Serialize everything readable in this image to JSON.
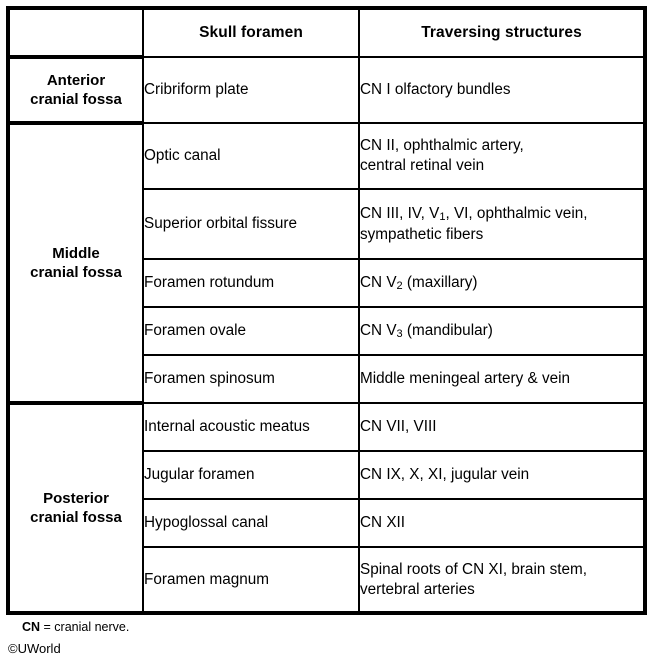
{
  "table": {
    "columns": [
      {
        "key": "fossa",
        "label": ""
      },
      {
        "key": "foramen",
        "label": "Skull foramen"
      },
      {
        "key": "structures",
        "label": "Traversing structures"
      }
    ],
    "sections": [
      {
        "fossa_line1": "Anterior",
        "fossa_line2": "cranial fossa",
        "rows": [
          {
            "foramen_line1": "Cribriform plate",
            "struct_line1": "CN I olfactory bundles",
            "struct_line2": ""
          }
        ]
      },
      {
        "fossa_line1": "Middle",
        "fossa_line2": "cranial fossa",
        "rows": [
          {
            "foramen_line1": "Optic canal",
            "struct_line1": "CN II, ophthalmic artery,",
            "struct_line2": "central retinal vein"
          },
          {
            "foramen_line1": "Superior orbital fissure",
            "struct_line1_pre": "CN III, IV, V",
            "struct_line1_sub": "1",
            "struct_line1_post": ", VI, ophthalmic vein,",
            "struct_line2": "sympathetic fibers"
          },
          {
            "foramen_line1": "Foramen rotundum",
            "struct_line1_pre": "CN V",
            "struct_line1_sub": "2",
            "struct_line1_post": " (maxillary)",
            "struct_line2": ""
          },
          {
            "foramen_line1": "Foramen ovale",
            "struct_line1_pre": "CN V",
            "struct_line1_sub": "3",
            "struct_line1_post": " (mandibular)",
            "struct_line2": ""
          },
          {
            "foramen_line1": "Foramen spinosum",
            "struct_line1": "Middle meningeal artery & vein",
            "struct_line2": ""
          }
        ]
      },
      {
        "fossa_line1": "Posterior",
        "fossa_line2": "cranial fossa",
        "rows": [
          {
            "foramen_line1": "Internal acoustic meatus",
            "struct_line1": "CN VII, VIII",
            "struct_line2": ""
          },
          {
            "foramen_line1": "Jugular foramen",
            "struct_line1": "CN IX, X, XI, jugular vein",
            "struct_line2": ""
          },
          {
            "foramen_line1": "Hypoglossal canal",
            "struct_line1": "CN XII",
            "struct_line2": ""
          },
          {
            "foramen_line1": "Foramen magnum",
            "struct_line1": "Spinal roots of CN XI, brain stem,",
            "struct_line2": "vertebral arteries"
          }
        ]
      }
    ]
  },
  "footnote": {
    "abbr": "CN",
    "definition": " = cranial nerve."
  },
  "copyright": "©UWorld"
}
